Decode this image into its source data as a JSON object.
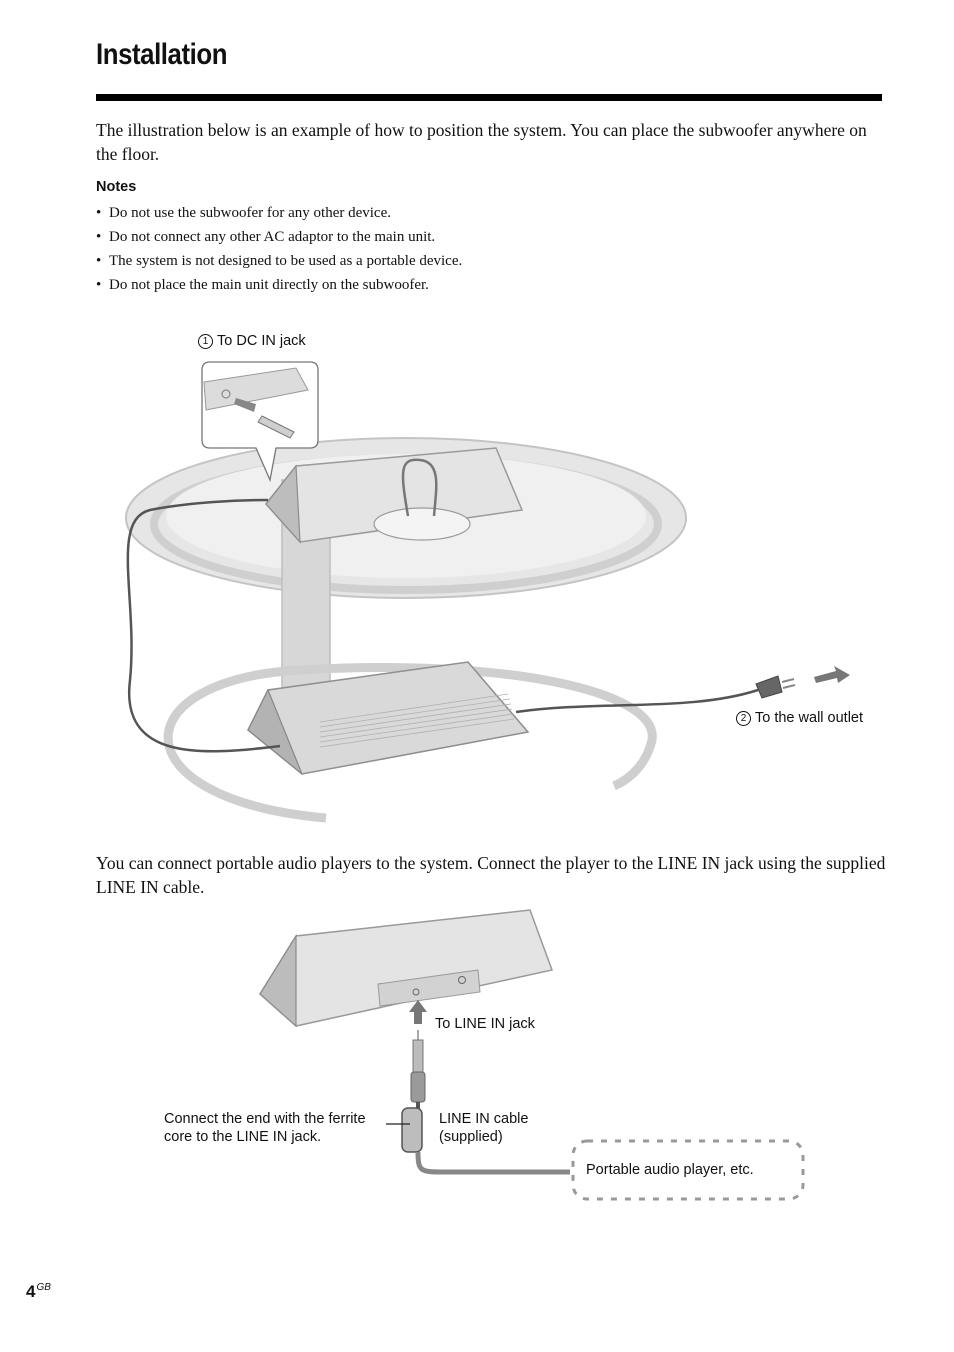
{
  "page": {
    "title": "Installation",
    "intro": "The illustration below is an example of how to position the system. You can place the subwoofer anywhere on the floor.",
    "notes_heading": "Notes",
    "notes": [
      "Do not use the subwoofer for any other device.",
      "Do not connect any other AC adaptor to the main unit.",
      "The system is not designed to be used as a portable device.",
      "Do not place the main unit directly on the subwoofer."
    ],
    "intro2": "You can connect portable audio players to the system. Connect the player to the LINE IN jack using the supplied LINE IN cable.",
    "page_number": "4",
    "page_suffix": "GB"
  },
  "figure1": {
    "label_dc_num": "1",
    "label_dc": "To DC IN jack",
    "label_wall_num": "2",
    "label_wall": "To the wall outlet"
  },
  "figure2": {
    "label_line_in": "To LINE IN jack",
    "label_ferrite_1": "Connect the end with the ferrite",
    "label_ferrite_2": "core to the LINE IN jack.",
    "label_cable_1": "LINE IN cable",
    "label_cable_2": "(supplied)",
    "label_player": "Portable audio player, etc."
  }
}
